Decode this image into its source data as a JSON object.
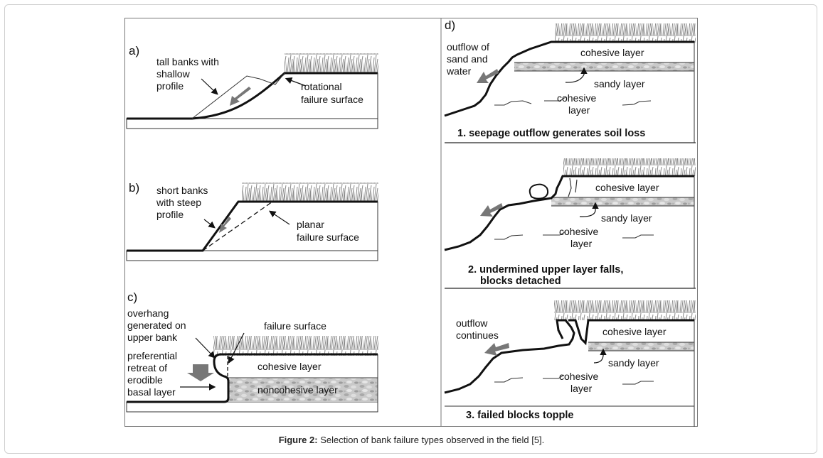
{
  "caption": {
    "label": "Figure 2:",
    "text": " Selection of bank failure types observed in the field [5]."
  },
  "panels": {
    "a": {
      "letter": "a)",
      "note_1": "tall banks with",
      "note_2": "shallow",
      "note_3": "profile",
      "surface_1": "rotational",
      "surface_2": "failure surface"
    },
    "b": {
      "letter": "b)",
      "note_1": "short banks",
      "note_2": "with steep",
      "note_3": "profile",
      "surface_1": "planar",
      "surface_2": "failure surface"
    },
    "c": {
      "letter": "c)",
      "overhang_1": "overhang",
      "overhang_2": "generated on",
      "overhang_3": "upper bank",
      "failure_surface": "failure surface",
      "retreat_1": "preferential",
      "retreat_2": "retreat of",
      "retreat_3": "erodible",
      "retreat_4": "basal layer",
      "cohesive": "cohesive layer",
      "noncohesive": "noncohesive layer"
    },
    "d": {
      "letter": "d)",
      "p1": {
        "outflow_1": "outflow of",
        "outflow_2": "sand and",
        "outflow_3": "water",
        "cohesive_top": "cohesive layer",
        "sandy": "sandy layer",
        "cohesive_bottom_1": "cohesive",
        "cohesive_bottom_2": "layer",
        "title": "1. seepage outflow generates soil loss"
      },
      "p2": {
        "cohesive_top": "cohesive layer",
        "sandy": "sandy layer",
        "cohesive_bottom_1": "cohesive",
        "cohesive_bottom_2": "layer",
        "title_1": "2. undermined upper layer falls,",
        "title_2": "blocks detached"
      },
      "p3": {
        "outflow_1": "outflow",
        "outflow_2": "continues",
        "cohesive_top": "cohesive layer",
        "sandy": "sandy layer",
        "cohesive_bottom_1": "cohesive",
        "cohesive_bottom_2": "layer",
        "title": "3. failed blocks topple"
      }
    }
  }
}
